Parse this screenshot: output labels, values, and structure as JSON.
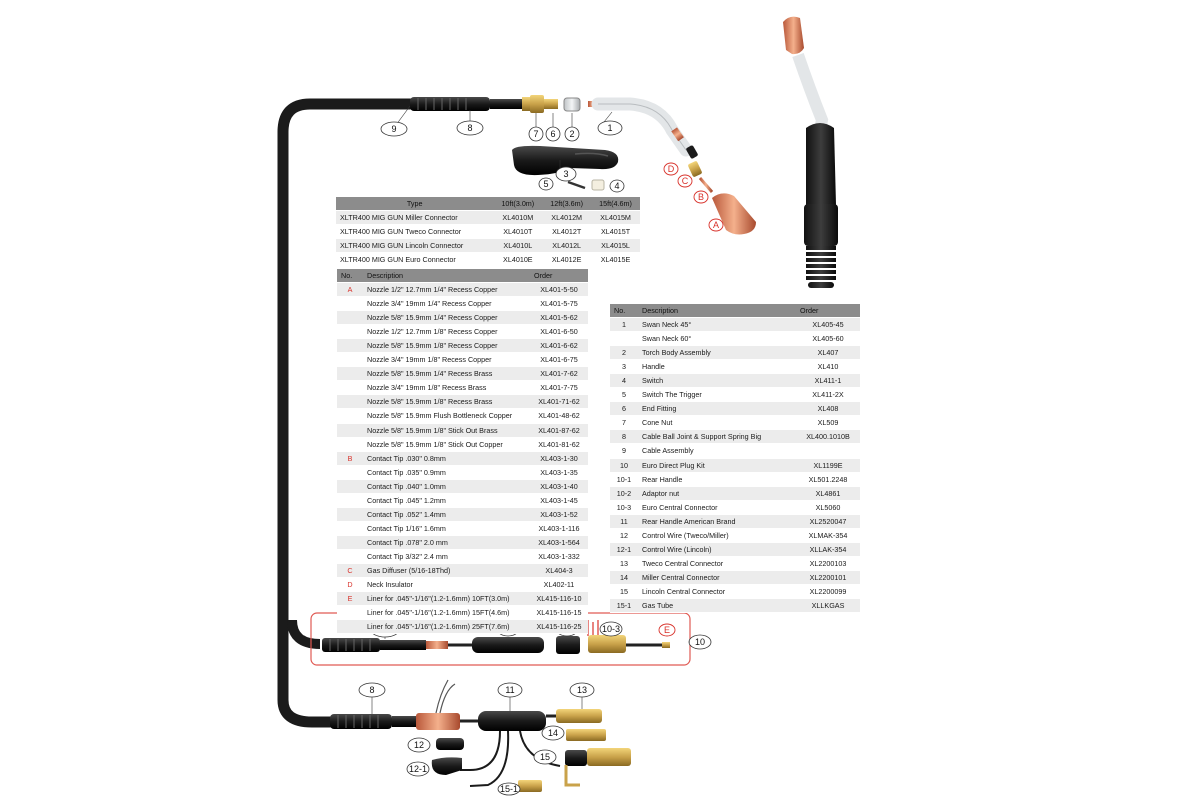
{
  "model_table": {
    "headers": [
      "Type",
      "10ft(3.0m)",
      "12ft(3.6m)",
      "15ft(4.6m)"
    ],
    "rows": [
      [
        "XLTR400 MIG GUN Miller Connector",
        "XL4010M",
        "XL4012M",
        "XL4015M"
      ],
      [
        "XLTR400 MIG GUN Tweco Connector",
        "XL4010T",
        "XL4012T",
        "XL4015T"
      ],
      [
        "XLTR400 MIG GUN Lincoln Connector",
        "XL4010L",
        "XL4012L",
        "XL4015L"
      ],
      [
        "XLTR400 MIG GUN Euro Connector",
        "XL4010E",
        "XL4012E",
        "XL4015E"
      ]
    ]
  },
  "parts_table_left": {
    "headers": [
      "No.",
      "Description",
      "Order"
    ],
    "rows": [
      [
        "A",
        "Nozzle  1/2\" 12.7mm 1/4\" Recess Copper",
        "XL401-5-50"
      ],
      [
        "",
        "Nozzle  3/4\" 19mm 1/4\" Recess Copper",
        "XL401-5-75"
      ],
      [
        "",
        "Nozzle  5/8\" 15.9mm 1/4\" Recess Copper",
        "XL401-5-62"
      ],
      [
        "",
        "Nozzle  1/2\" 12.7mm 1/8\" Recess Copper",
        "XL401-6-50"
      ],
      [
        "",
        "Nozzle  5/8\" 15.9mm 1/8\" Recess Copper",
        "XL401-6-62"
      ],
      [
        "",
        "Nozzle  3/4\" 19mm 1/8\" Recess Copper",
        "XL401-6-75"
      ],
      [
        "",
        "Nozzle  5/8\" 15.9mm 1/4\" Recess Brass",
        "XL401-7-62"
      ],
      [
        "",
        "Nozzle  3/4\" 19mm 1/8\" Recess Brass",
        "XL401-7-75"
      ],
      [
        "",
        "Nozzle  5/8\" 15.9mm 1/8\" Recess Brass",
        "XL401-71-62"
      ],
      [
        "",
        "Nozzle  5/8\" 15.9mm Flush Bottleneck Copper",
        "XL401-48-62"
      ],
      [
        "",
        "Nozzle  5/8\" 15.9mm 1/8\" Stick Out Brass",
        "XL401-87-62"
      ],
      [
        "",
        "Nozzle  5/8\" 15.9mm 1/8\" Stick Out Copper",
        "XL401-81-62"
      ],
      [
        "B",
        "Contact Tip .030\" 0.8mm",
        "XL403-1-30"
      ],
      [
        "",
        "Contact Tip .035\" 0.9mm",
        "XL403-1-35"
      ],
      [
        "",
        "Contact Tip .040\" 1.0mm",
        "XL403-1-40"
      ],
      [
        "",
        "Contact Tip .045\" 1.2mm",
        "XL403-1-45"
      ],
      [
        "",
        "Contact Tip .052\" 1.4mm",
        "XL403-1-52"
      ],
      [
        "",
        "Contact Tip 1/16\" 1.6mm",
        "XL403-1-116"
      ],
      [
        "",
        "Contact Tip .078\" 2.0 mm",
        "XL403-1-564"
      ],
      [
        "",
        "Contact Tip 3/32\" 2.4 mm",
        "XL403-1-332"
      ],
      [
        "C",
        "Gas Diffuser (5/16-18Thd)",
        "XL404-3"
      ],
      [
        "D",
        "Neck Insulator",
        "XL402-11"
      ],
      [
        "E",
        "Liner for .045\"-1/16\"(1.2-1.6mm) 10FT(3.0m)",
        "XL415-116-10"
      ],
      [
        "",
        "Liner for .045\"-1/16\"(1.2-1.6mm) 15FT(4.6m)",
        "XL415-116-15"
      ],
      [
        "",
        "Liner for .045\"-1/16\"(1.2-1.6mm) 25FT(7.6m)",
        "XL415-116-25"
      ]
    ]
  },
  "parts_table_right": {
    "headers": [
      "No.",
      "Description",
      "Order"
    ],
    "rows": [
      [
        "1",
        "Swan Neck 45°",
        "XL405-45"
      ],
      [
        "",
        "Swan Neck 60°",
        "XL405-60"
      ],
      [
        "2",
        "Torch Body Assembly",
        "XL407"
      ],
      [
        "3",
        "Handle",
        "XL410"
      ],
      [
        "4",
        "Switch",
        "XL411-1"
      ],
      [
        "5",
        "Switch The Trigger",
        "XL411-2X"
      ],
      [
        "6",
        "End Fitting",
        "XL408"
      ],
      [
        "7",
        "Cone Nut",
        "XL509"
      ],
      [
        "8",
        "Cable Ball Joint & Support Spring Big",
        "XL400.1010B"
      ],
      [
        "9",
        "Cable Assembly",
        ""
      ],
      [
        "10",
        "Euro Direct Plug Kit",
        "XL1199E"
      ],
      [
        "10-1",
        "Rear Handle",
        "XL501.2248"
      ],
      [
        "10-2",
        "Adaptor nut",
        "XL4861"
      ],
      [
        "10-3",
        "Euro Central Connector",
        "XL5060"
      ],
      [
        "11",
        "Rear Handle American Brand",
        "XL2520047"
      ],
      [
        "12",
        "Control Wire (Tweco/Miller)",
        "XLMAK-354"
      ],
      [
        "12-1",
        "Control Wire (Lincoln)",
        "XLLAK-354"
      ],
      [
        "13",
        "Tweco Central Connector",
        "XL2200103"
      ],
      [
        "14",
        "Miller Central Connector",
        "XL2200101"
      ],
      [
        "15",
        "Lincoln Central Connector",
        "XL2200099"
      ],
      [
        "15-1",
        "Gas Tube",
        "XLLKGAS"
      ]
    ]
  },
  "callouts": {
    "c1": "1",
    "c2": "2",
    "c3": "3",
    "c4": "4",
    "c5": "5",
    "c6": "6",
    "c7": "7",
    "c8a": "8",
    "c8b": "8",
    "c8c": "8",
    "c9": "9",
    "c10": "10",
    "c10_1": "10-1",
    "c10_2": "10-2",
    "c10_3": "10-3",
    "c11": "11",
    "c12": "12",
    "c12_1": "12-1",
    "c13": "13",
    "c14": "14",
    "c15": "15",
    "c15_1": "15-1",
    "cA": "A",
    "cB": "B",
    "cC": "C",
    "cD": "D",
    "cE": "E"
  },
  "colors": {
    "accent_red": "#d8322b",
    "header_gray": "#8c8c8c",
    "row_gray": "#ececec",
    "brass": "#c9a24a",
    "copper": "#d9825b"
  }
}
